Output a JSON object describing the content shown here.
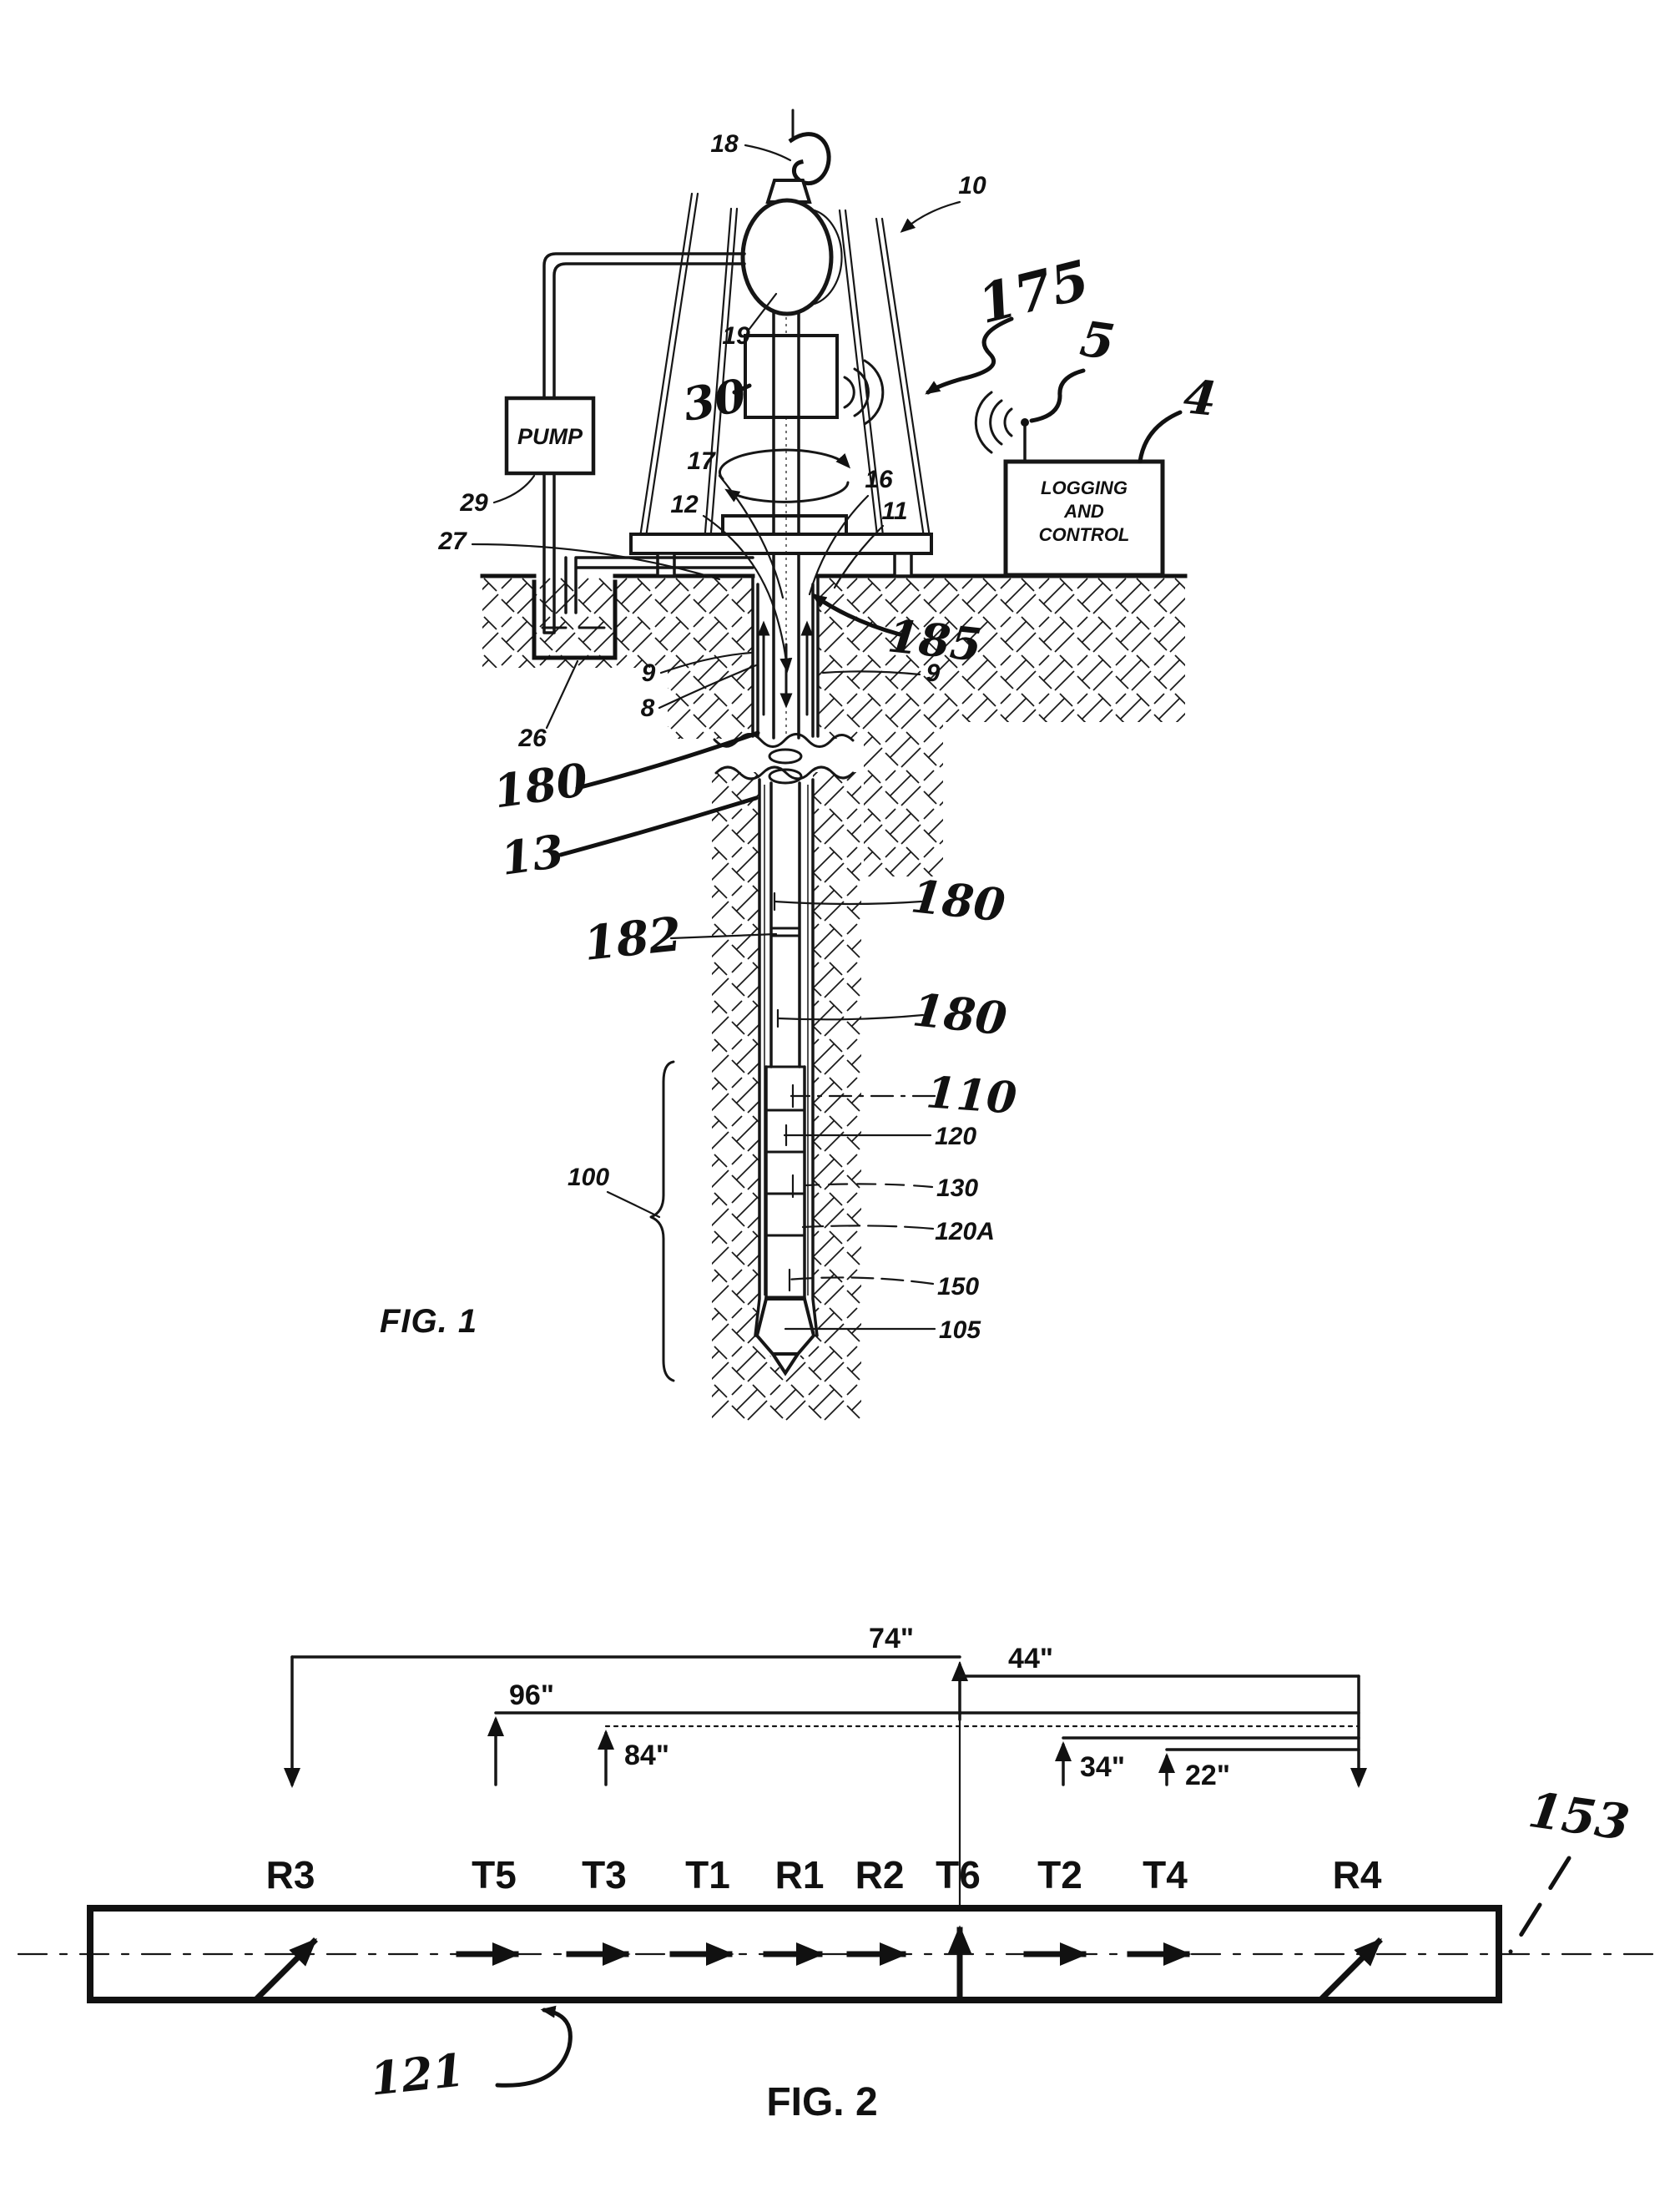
{
  "document": {
    "type": "patent-figure-page",
    "ink_color": "#161616",
    "background_color": "#ffffff"
  },
  "fig1": {
    "caption": "FIG. 1",
    "pump_label": "PUMP",
    "logging_box_lines": [
      "LOGGING",
      "AND",
      "CONTROL"
    ],
    "printed_labels": {
      "n18": "18",
      "n10": "10",
      "n19": "19",
      "n17": "17",
      "n12": "12",
      "n16": "16",
      "n11": "11",
      "n29": "29",
      "n27": "27",
      "n26": "26",
      "n9a": "9",
      "n8": "8",
      "n9b": "9",
      "n100": "100",
      "n120": "120",
      "n130": "130",
      "n120A": "120A",
      "n150": "150",
      "n105": "105"
    },
    "handwritten_labels": {
      "n175": "175",
      "n5": "5",
      "n4": "4",
      "n30": "30",
      "n185": "185",
      "n180a": "180",
      "n13": "13",
      "n182": "182",
      "n180b": "180",
      "n180c": "180",
      "n110": "110"
    }
  },
  "fig2": {
    "caption": "FIG. 2",
    "antennas": [
      {
        "label": "R3",
        "orientation": "tilted"
      },
      {
        "label": "T5",
        "orientation": "axial"
      },
      {
        "label": "T3",
        "orientation": "axial"
      },
      {
        "label": "T1",
        "orientation": "axial"
      },
      {
        "label": "R1",
        "orientation": "axial"
      },
      {
        "label": "R2",
        "orientation": "axial"
      },
      {
        "label": "T6",
        "orientation": "transverse"
      },
      {
        "label": "T2",
        "orientation": "axial"
      },
      {
        "label": "T4",
        "orientation": "axial"
      },
      {
        "label": "R4",
        "orientation": "tilted"
      }
    ],
    "spacings": [
      {
        "label": "74\"",
        "from": "R3",
        "to": "T6"
      },
      {
        "label": "44\"",
        "from": "T6",
        "to": "R4"
      },
      {
        "label": "96\"",
        "from": "T5",
        "to": "R4"
      },
      {
        "label": "84\"",
        "from": "T3",
        "to": "R4"
      },
      {
        "label": "34\"",
        "from": "T2",
        "to": "R4"
      },
      {
        "label": "22\"",
        "from": "T4",
        "to": "R4"
      }
    ],
    "handwritten_labels": {
      "n153": "153",
      "n121": "121"
    }
  }
}
